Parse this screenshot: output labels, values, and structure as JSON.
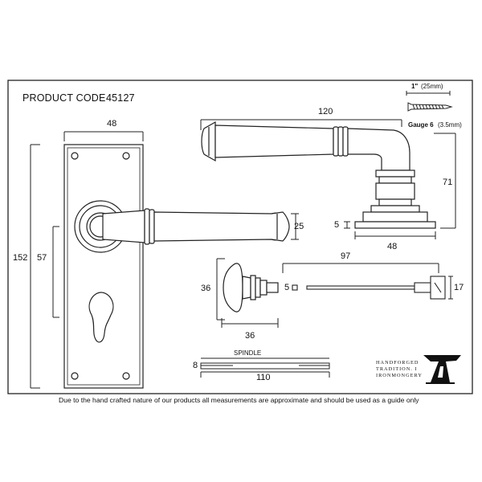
{
  "product": {
    "label": "PRODUCT CODE",
    "code": "45127"
  },
  "screw": {
    "length": "1\"",
    "length_mm": "(25mm)",
    "gauge": "Gauge 6",
    "gauge_mm": "(3.5mm)"
  },
  "dimensions": {
    "plate_width": "48",
    "plate_height": "152",
    "fixing_centres": "57",
    "lever_height": "25",
    "lever_length": "120",
    "lever_projection": "71",
    "rose_thickness": "5",
    "rose_width": "48",
    "turn_height": "36",
    "turn_width": "36",
    "spindle_gap": "5",
    "release_length": "97",
    "release_height": "17",
    "spindle_thickness": "8",
    "spindle_length": "110"
  },
  "spindle_label": "SPINDLE",
  "brand": {
    "lines": [
      "HANDFORGED",
      "TRADITION. I",
      "IRONMONGERY"
    ],
    "logo": "anvil-logo"
  },
  "disclaimer": "Due to the hand crafted nature of our products all measurements are approximate and should be used as a guide only"
}
